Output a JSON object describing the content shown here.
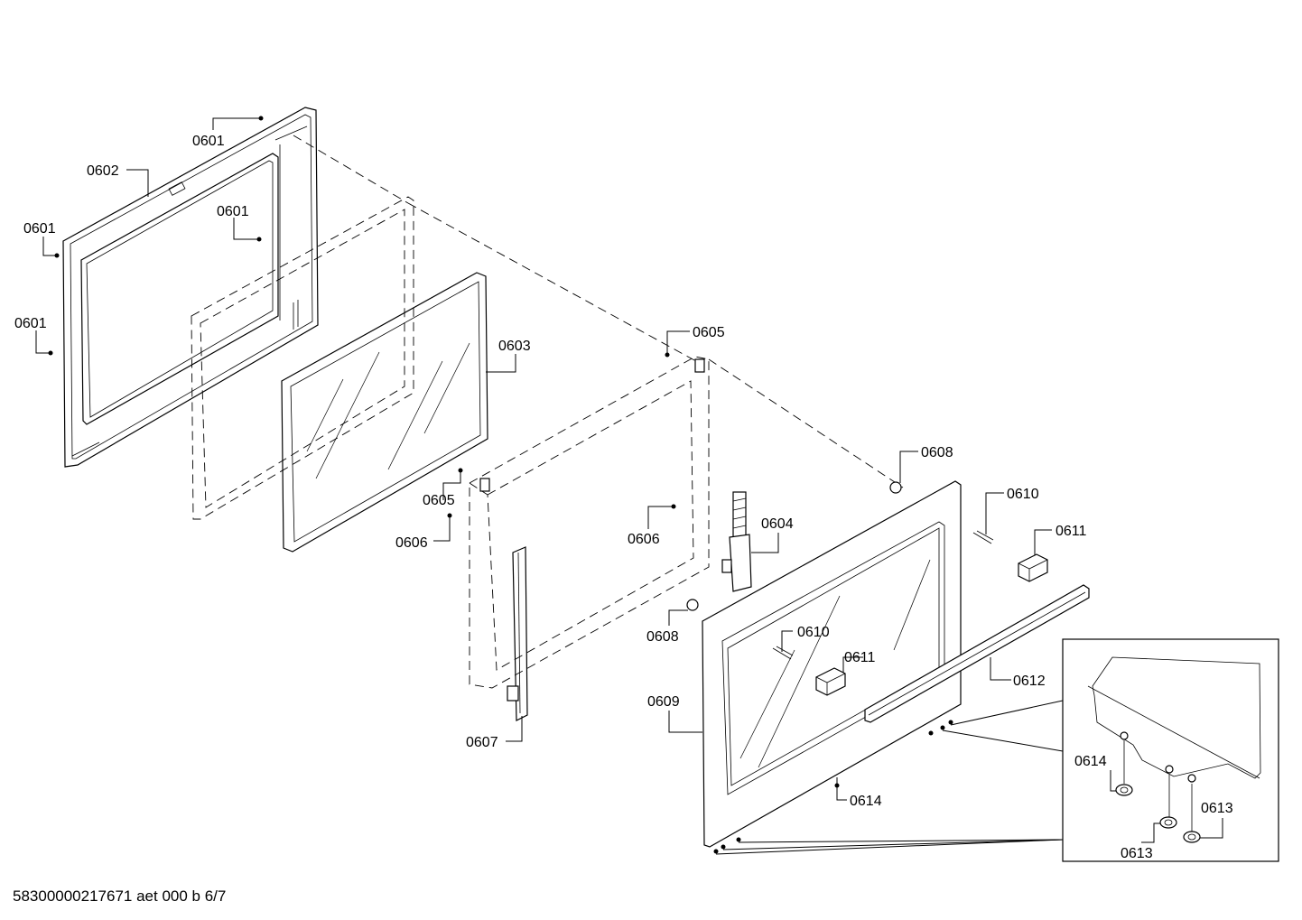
{
  "diagram": {
    "labels": {
      "l0601a": "0601",
      "l0601b": "0601",
      "l0601c": "0601",
      "l0601d": "0601",
      "l0602": "0602",
      "l0603": "0603",
      "l0604": "0604",
      "l0605a": "0605",
      "l0605b": "0605",
      "l0606a": "0606",
      "l0606b": "0606",
      "l0607": "0607",
      "l0608a": "0608",
      "l0608b": "0608",
      "l0609": "0609",
      "l0610a": "0610",
      "l0610b": "0610",
      "l0611a": "0611",
      "l0611b": "0611",
      "l0612": "0612",
      "l0613a": "0613",
      "l0613b": "0613",
      "l0614a": "0614",
      "l0614b": "0614"
    },
    "footer": "58300000217671 aet 000 b 6/7"
  }
}
